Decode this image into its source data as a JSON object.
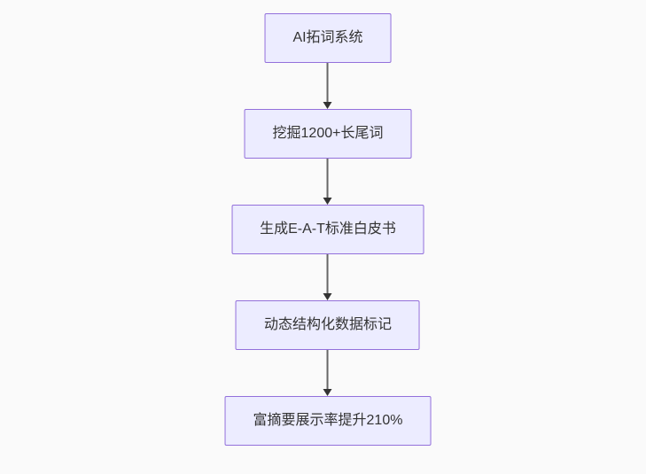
{
  "diagram": {
    "type": "flowchart",
    "direction": "top-down",
    "nodes": [
      {
        "label": "AI拓词系统"
      },
      {
        "label": "挖掘1200+长尾词"
      },
      {
        "label": "生成E-A-T标准白皮书"
      },
      {
        "label": "动态结构化数据标记"
      },
      {
        "label": "富摘要展示率提升210%"
      }
    ],
    "edges": [
      {
        "from": 0,
        "to": 1,
        "style": "arrow-down"
      },
      {
        "from": 1,
        "to": 2,
        "style": "arrow-down"
      },
      {
        "from": 2,
        "to": 3,
        "style": "arrow-down"
      },
      {
        "from": 3,
        "to": 4,
        "style": "arrow-down"
      }
    ],
    "colors": {
      "canvas_bg": "#fafafa",
      "node_fill": "#ececff",
      "node_border": "#9370db",
      "node_text": "#333333",
      "edge_line": "#666666",
      "edge_arrowhead": "#333333"
    }
  }
}
